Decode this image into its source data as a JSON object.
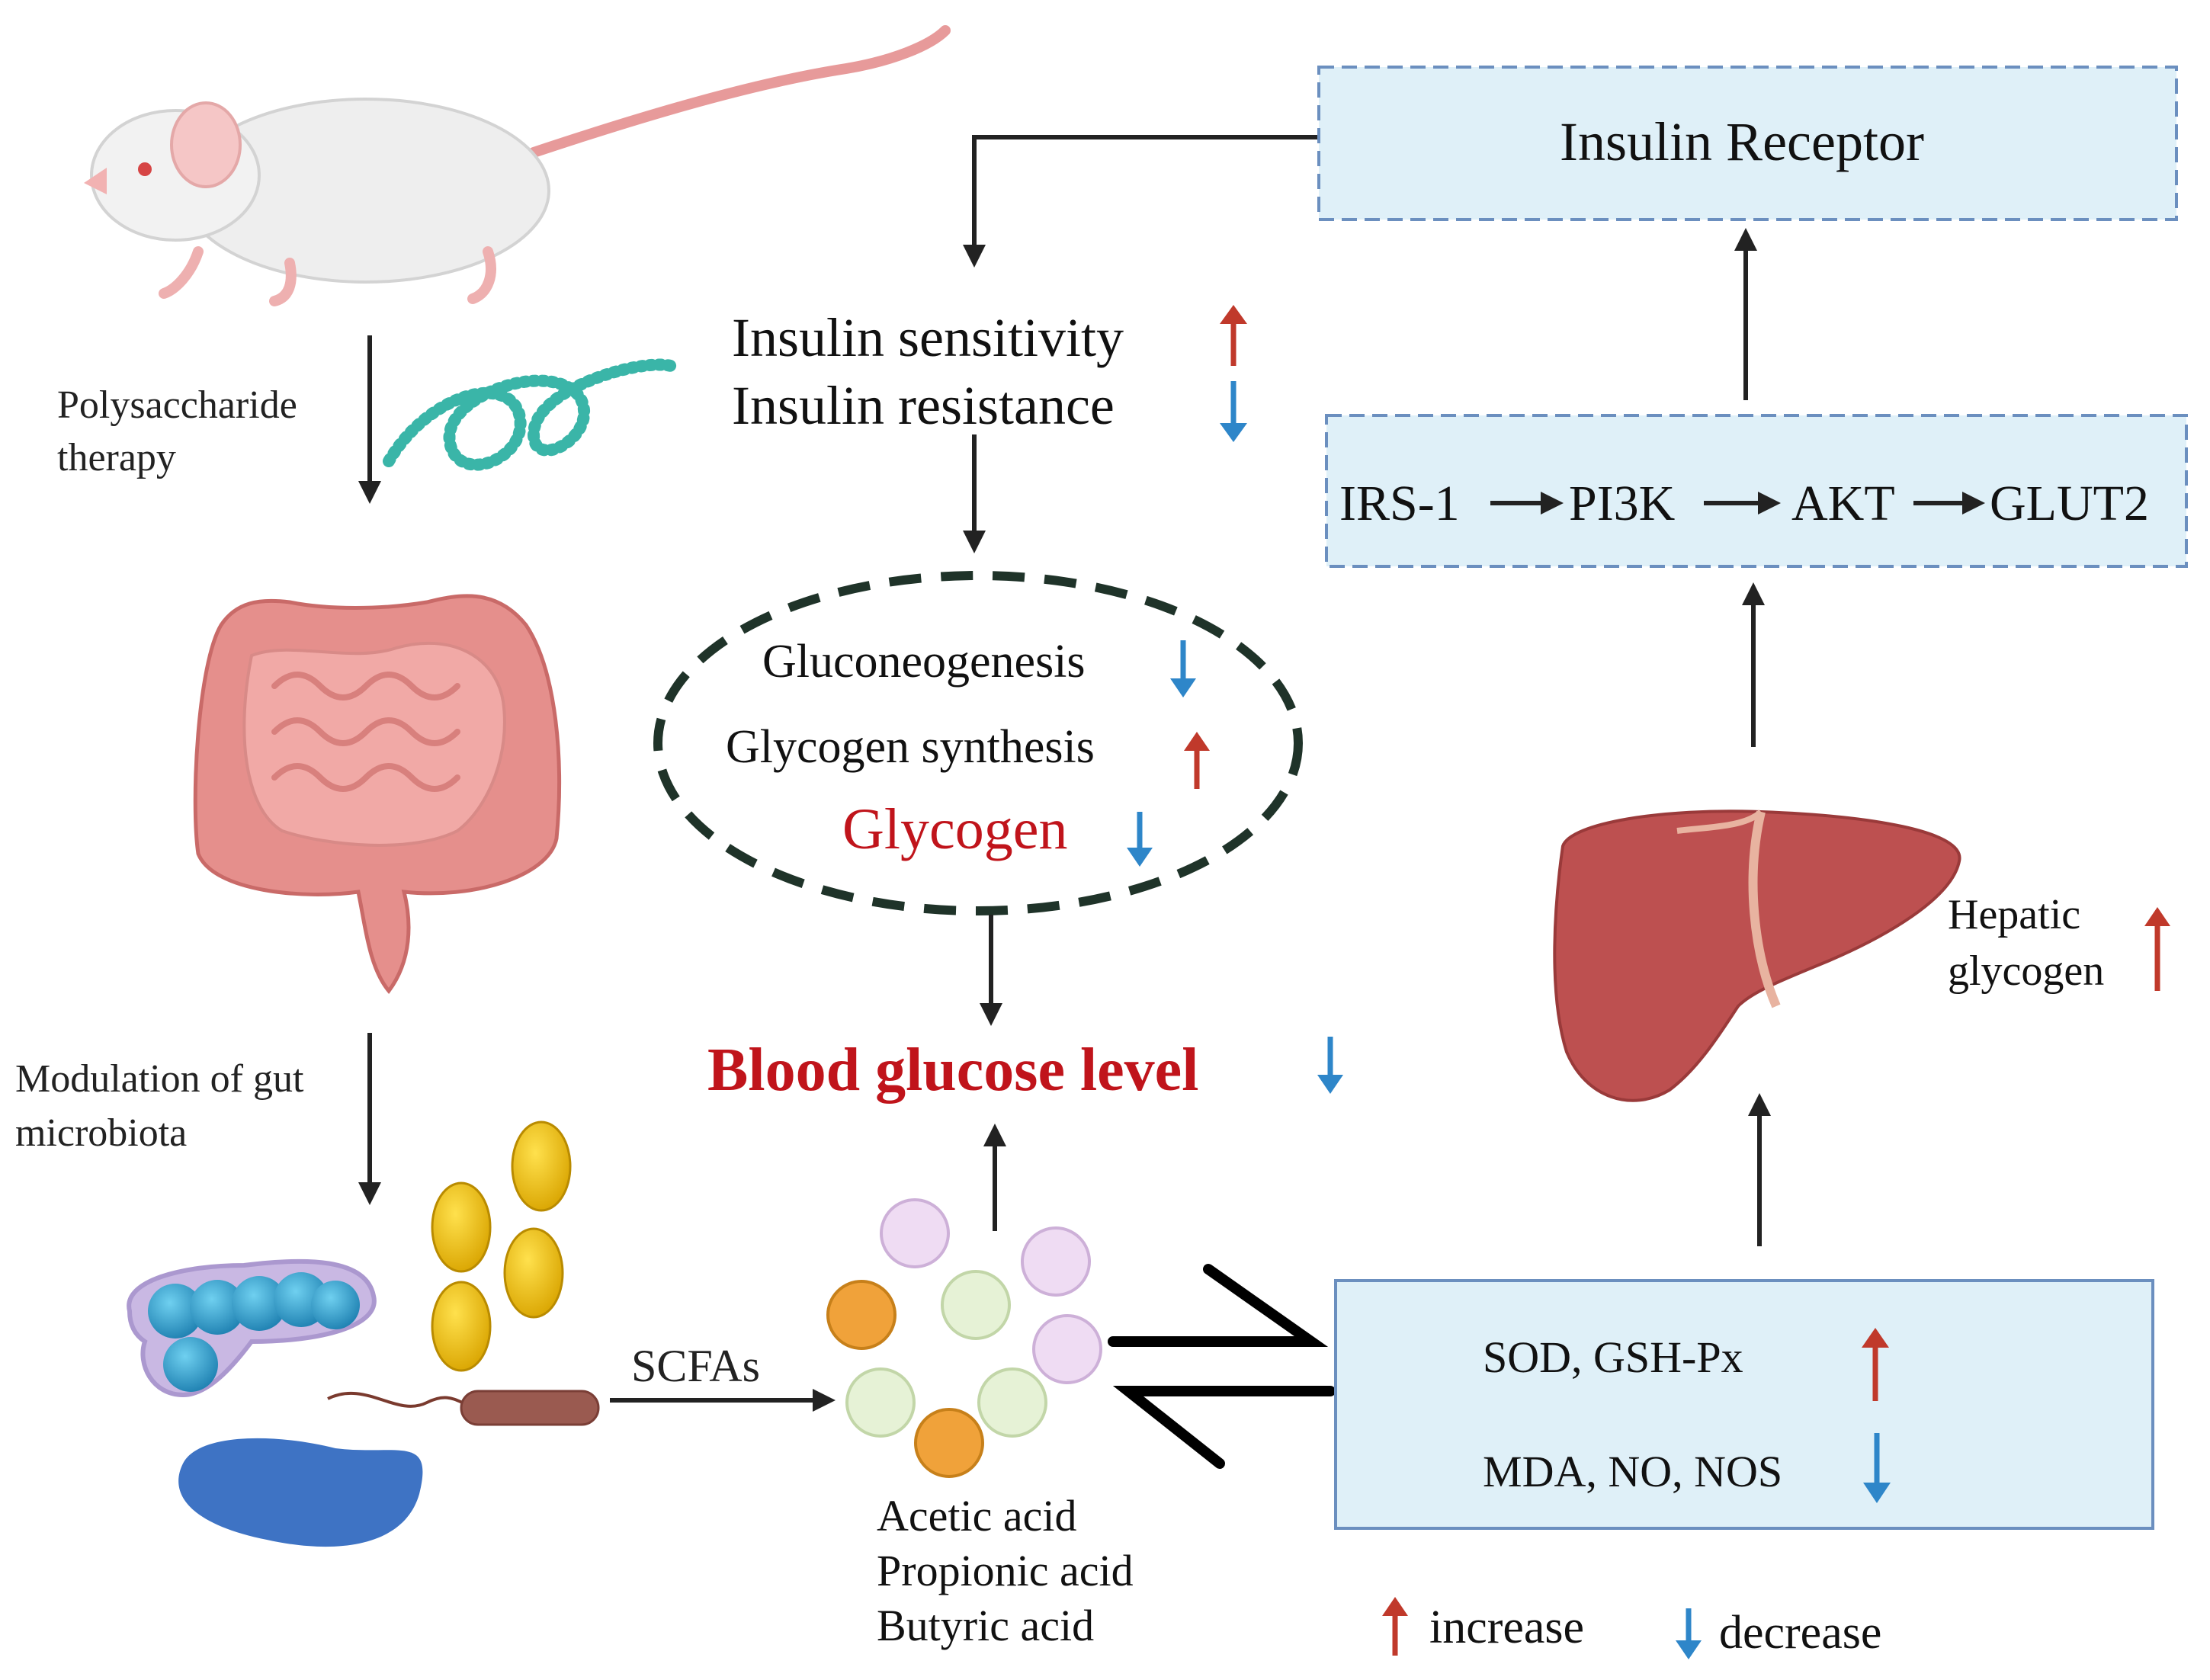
{
  "left": {
    "therapy_label_1": "Polysaccharide",
    "therapy_label_2": "therapy",
    "gut_label_1": "Modulation of gut",
    "gut_label_2": "microbiota",
    "scfa_label": "SCFAs"
  },
  "center": {
    "sensitivity": "Insulin sensitivity",
    "resistance": "Insulin resistance",
    "gluconeogenesis": "Gluconeogenesis",
    "glycogen_synthesis": "Glycogen synthesis",
    "glycogen": "Glycogen",
    "blood_glucose": "Blood glucose level",
    "acids": [
      "Acetic acid",
      "Propionic acid",
      "Butyric acid"
    ]
  },
  "right": {
    "receptor": "Insulin Receptor",
    "pathway": [
      "IRS-1",
      "PI3K",
      "AKT",
      "GLUT2"
    ],
    "hepatic_1": "Hepatic",
    "hepatic_2": "glycogen",
    "oxidative_up": "SOD, GSH-Px",
    "oxidative_down": "MDA, NO, NOS"
  },
  "legend": {
    "increase": "increase",
    "decrease": "decrease"
  },
  "icons": {
    "increase": "red-up-arrow-icon",
    "decrease": "blue-down-arrow-icon"
  },
  "colors": {
    "increase": "#c0392b",
    "decrease": "#2e86c9",
    "highlight_red": "#c0141b",
    "box_fill": "#dff0f8",
    "box_border": "#6b8fbf",
    "arrow": "#222222"
  }
}
